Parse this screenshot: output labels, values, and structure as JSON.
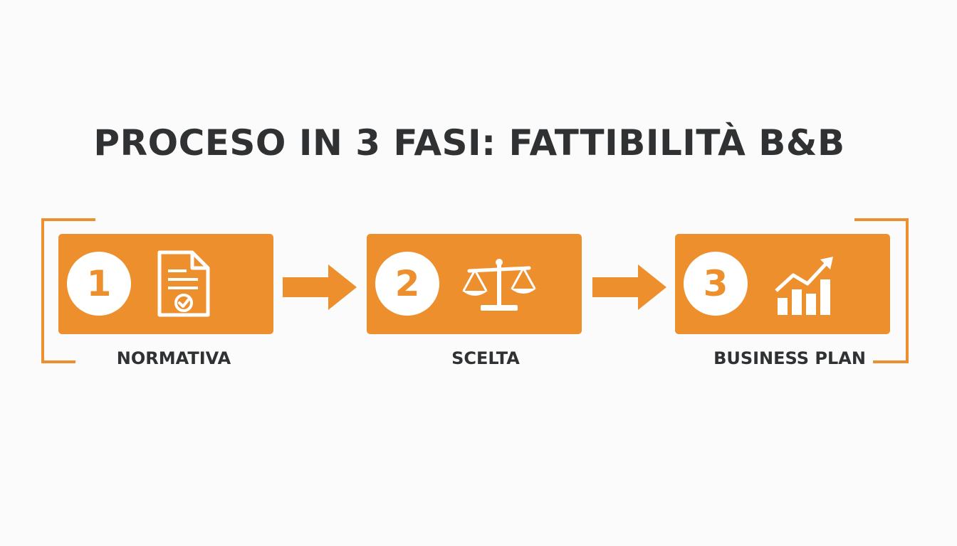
{
  "title": "PROCESO IN 3 FASI: FATTIBILITÀ B&B",
  "accent_color": "#ee8f2e",
  "steps": [
    {
      "number": "1",
      "label": "NORMATIVA",
      "icon": "document-check-icon"
    },
    {
      "number": "2",
      "label": "SCELTA",
      "icon": "balance-scale-icon"
    },
    {
      "number": "3",
      "label": "BUSINESS PLAN",
      "icon": "growth-chart-icon"
    }
  ]
}
